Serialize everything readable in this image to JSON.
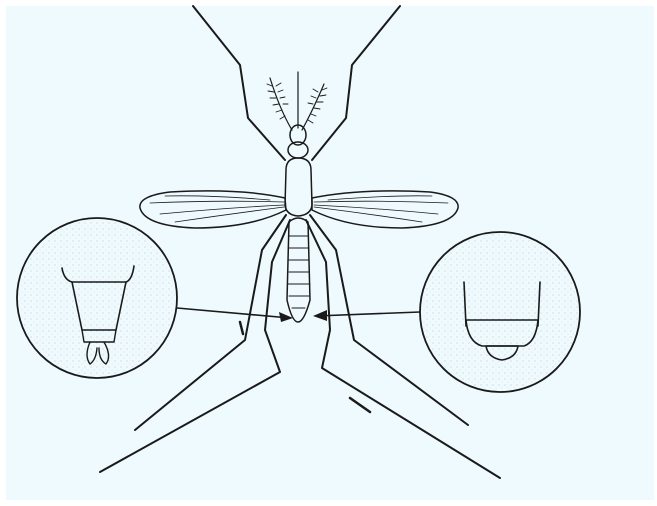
{
  "diagram": {
    "subject": "mosquito-illustration",
    "colors": {
      "background": "#eefafd",
      "ink": "#1a1a1a",
      "body_fill": "#ffffff",
      "stipple": "#c8c8c8"
    },
    "callouts": [
      {
        "side": "left"
      },
      {
        "side": "right"
      }
    ]
  }
}
